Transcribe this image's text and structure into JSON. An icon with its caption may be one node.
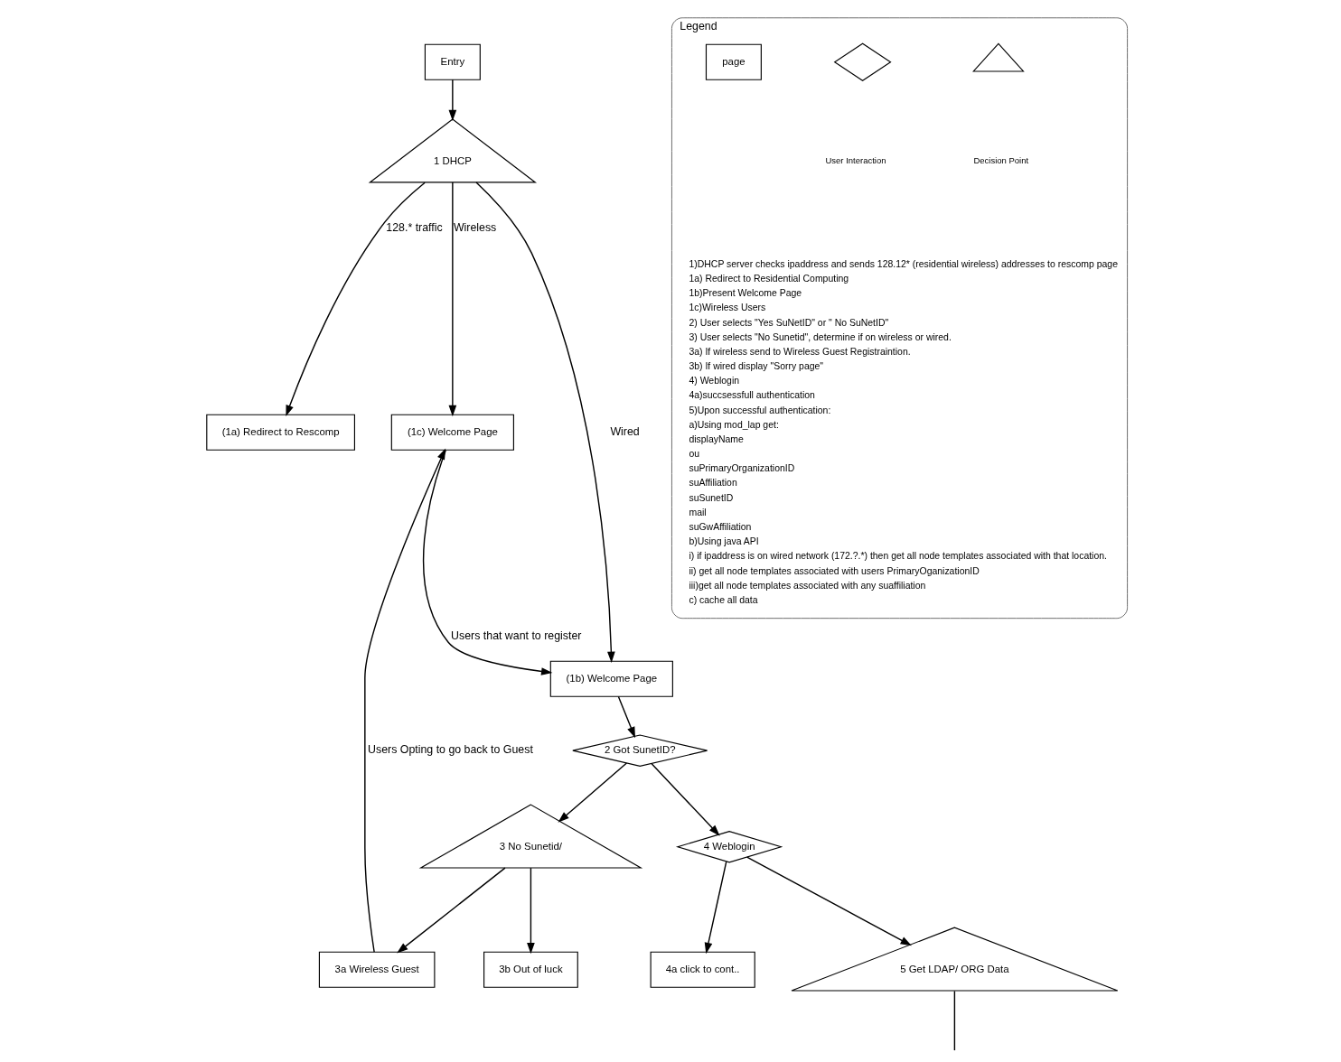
{
  "diagram": {
    "nodes": [
      {
        "text": [
          "Entry"
        ]
      },
      {
        "text": [
          "1 DHCP"
        ]
      },
      {
        "text": [
          "(1a) Redirect to Rescomp"
        ]
      },
      {
        "text": [
          "(1c) Welcome Page"
        ]
      },
      {
        "text": [
          "(1b) Welcome Page"
        ]
      },
      {
        "text": [
          "2 Got SunetID?"
        ]
      },
      {
        "text": [
          "3a Wireless Guest"
        ]
      },
      {
        "text": [
          "3 No Sunetid/"
        ]
      },
      {
        "text": [
          "4 Weblogin"
        ]
      },
      {
        "text": [
          "4a click to cont.."
        ]
      },
      {
        "text": [
          "3b Out of luck"
        ]
      },
      {
        "text": [
          "5 Get LDAP/ ORG Data"
        ]
      },
      {
        "text": [
          "Legend"
        ]
      },
      {
        "text": [
          "page"
        ],
        "in": 12
      },
      {
        "text": [],
        "shape": "diamond",
        "in": 12
      },
      {
        "text": [],
        "shape": "triangle",
        "in": 12
      }
    ],
    "edges": [
      {
        "from": 0,
        "to": 1,
        "arrow": "to"
      },
      {
        "from": 1,
        "to": 2,
        "arrow": "to",
        "label": "128.* traffic"
      },
      {
        "from": 1,
        "to": 4,
        "arrow": "to",
        "label": "Wired"
      },
      {
        "from": 1,
        "to": 3,
        "arrow": "to",
        "label": "Wireless"
      },
      {
        "from": 3,
        "to": 4,
        "arrow": "to",
        "label": "Users that want to register"
      },
      {
        "from": 4,
        "to": 5,
        "arrow": "to"
      },
      {
        "from": 5,
        "to": 7,
        "arrow": "to"
      },
      {
        "from": 5,
        "to": 8,
        "arrow": "to"
      },
      {
        "from": 7,
        "to": 6,
        "arrow": "to"
      },
      {
        "from": 6,
        "to": 3,
        "arrow": "to",
        "label": "Users Opting to go back to Guest"
      },
      {
        "from": 7,
        "to": 10,
        "arrow": "to"
      },
      {
        "from": 8,
        "to": 9,
        "arrow": "to"
      },
      {
        "from": 8,
        "to": 11,
        "arrow": "to"
      },
      {
        "from": 11,
        "to": null,
        "arrow": "none"
      }
    ],
    "labels": [
      "1)DHCP server checks ipaddress and sends 128.12* (residential wireless) addresses to rescomp page",
      "1a) Redirect to Residential Computing",
      "1b)Present Welcome Page",
      "1c)Wireless Users",
      "2) User selects \"Yes SuNetID\" or \" No SuNetID\"",
      "3) User selects \"No Sunetid\", determine if on wireless or wired.",
      "3a) If wireless send to Wireless Guest Registraintion.",
      "3b) If wired display \"Sorry page\"",
      "4) Weblogin",
      "4a)succsessfull authentication",
      "5)Upon successful authentication:",
      "a)Using mod_lap get:",
      "displayName",
      "ou",
      "suPrimaryOrganizationID",
      "suAffiliation",
      "suSunetID",
      "mail",
      "suGwAffiliation",
      "b)Using java API",
      "i) if ipaddress is on wired network (172.?.*) then get all node templates associated with that location.",
      "ii) get all node templates associated with users PrimaryOganizationID",
      "iii)get all node templates associated with any suaffiliation",
      "c) cache all data"
    ],
    "legend": [
      {
        "text": "User Interaction"
      },
      {
        "text": "Decision Point"
      }
    ]
  }
}
